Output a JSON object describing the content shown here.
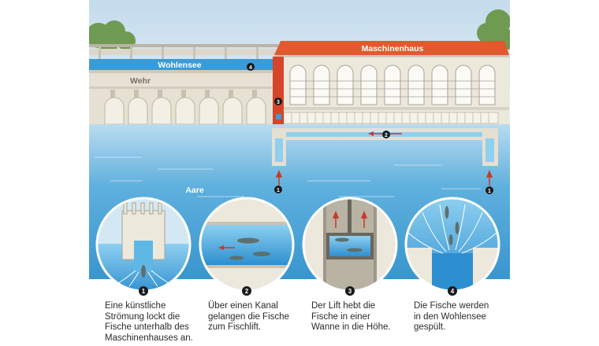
{
  "labels": {
    "machine_house": "Maschinenhaus",
    "lake": "Wohlensee",
    "weir": "Wehr",
    "river": "Aare"
  },
  "markers": [
    "1",
    "2",
    "3",
    "4"
  ],
  "steps": [
    {
      "number": "1",
      "lines": [
        "Eine künstliche",
        "Strömung lockt die",
        "Fische unterhalb des",
        "Maschinenhauses an."
      ]
    },
    {
      "number": "2",
      "lines": [
        "Über einen Kanal",
        "gelangen die Fische",
        "zum Fischlift."
      ]
    },
    {
      "number": "3",
      "lines": [
        "Der Lift hebt die",
        "Fische in einer",
        "Wanne in die Höhe."
      ]
    },
    {
      "number": "4",
      "lines": [
        "Die Fische werden",
        "in den Wohlensee",
        "gespült."
      ]
    }
  ],
  "colors": {
    "sky": "#cfe1ee",
    "water": "#3d9bd2",
    "water_light": "#7cc3e8",
    "roof": "#e05a2e",
    "lift": "#d6452a",
    "building": "#e8e3d6",
    "arrow": "#c63a2a",
    "marker": "#1a1a1a"
  }
}
